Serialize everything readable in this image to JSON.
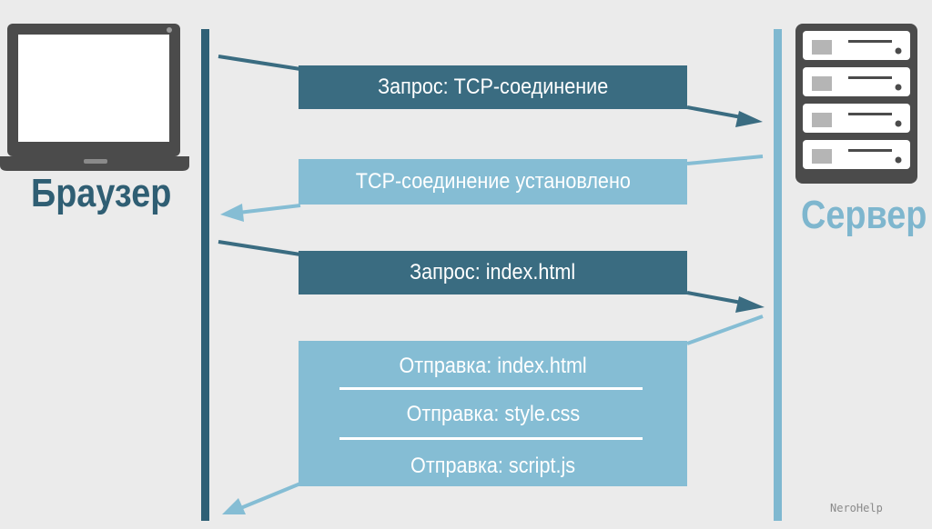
{
  "actors": {
    "browser": "Браузер",
    "server": "Сервер"
  },
  "messages": {
    "m1": "Запрос: TCP-соединение",
    "m2": "TCP-соединение установлено",
    "m3": "Запрос: index.html"
  },
  "responses": [
    "Отправка: index.html",
    "Отправка: style.css",
    "Отправка: script.js"
  ],
  "icons": {
    "browser": "laptop-icon",
    "server": "server-rack-icon"
  },
  "watermark": "NeroHelp",
  "colors": {
    "dark": "#3a6c81",
    "light": "#85bdd4",
    "background": "#ebebeb"
  }
}
